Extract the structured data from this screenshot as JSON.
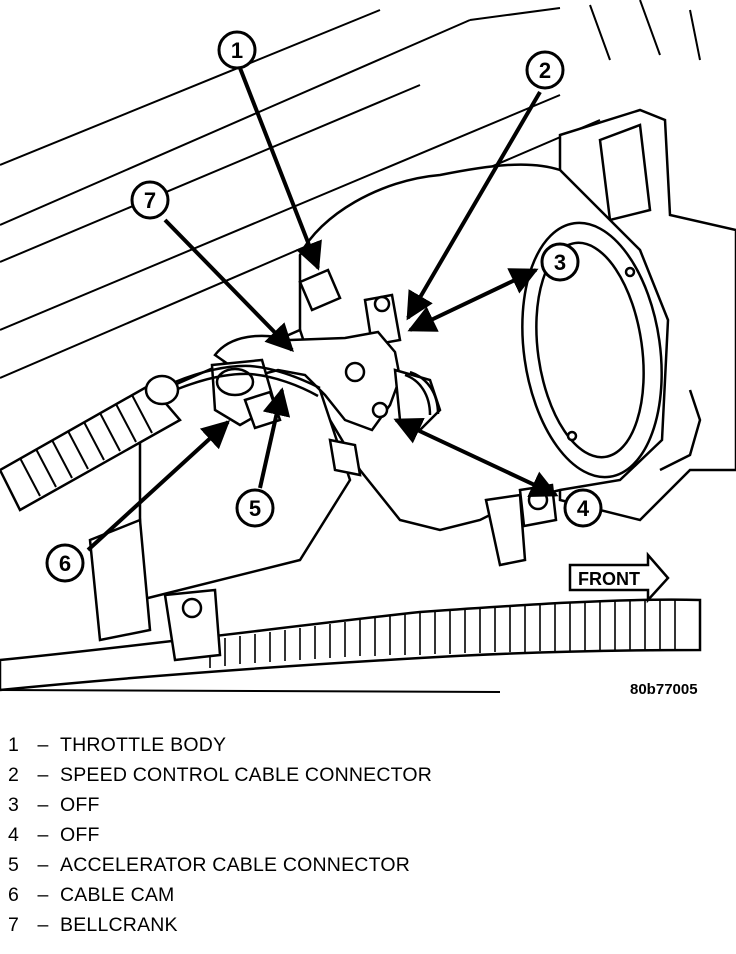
{
  "figure": {
    "id": "80b77005",
    "front_label": "FRONT",
    "callouts": [
      {
        "number": "1"
      },
      {
        "number": "2"
      },
      {
        "number": "3"
      },
      {
        "number": "4"
      },
      {
        "number": "5"
      },
      {
        "number": "6"
      },
      {
        "number": "7"
      }
    ]
  },
  "legend": [
    {
      "number": "1",
      "dash": "–",
      "text": "THROTTLE BODY"
    },
    {
      "number": "2",
      "dash": "–",
      "text": "SPEED CONTROL CABLE CONNECTOR"
    },
    {
      "number": "3",
      "dash": "–",
      "text": "OFF"
    },
    {
      "number": "4",
      "dash": "–",
      "text": "OFF"
    },
    {
      "number": "5",
      "dash": "–",
      "text": "ACCELERATOR CABLE CONNECTOR"
    },
    {
      "number": "6",
      "dash": "–",
      "text": "CABLE CAM"
    },
    {
      "number": "7",
      "dash": "–",
      "text": "BELLCRANK"
    }
  ]
}
